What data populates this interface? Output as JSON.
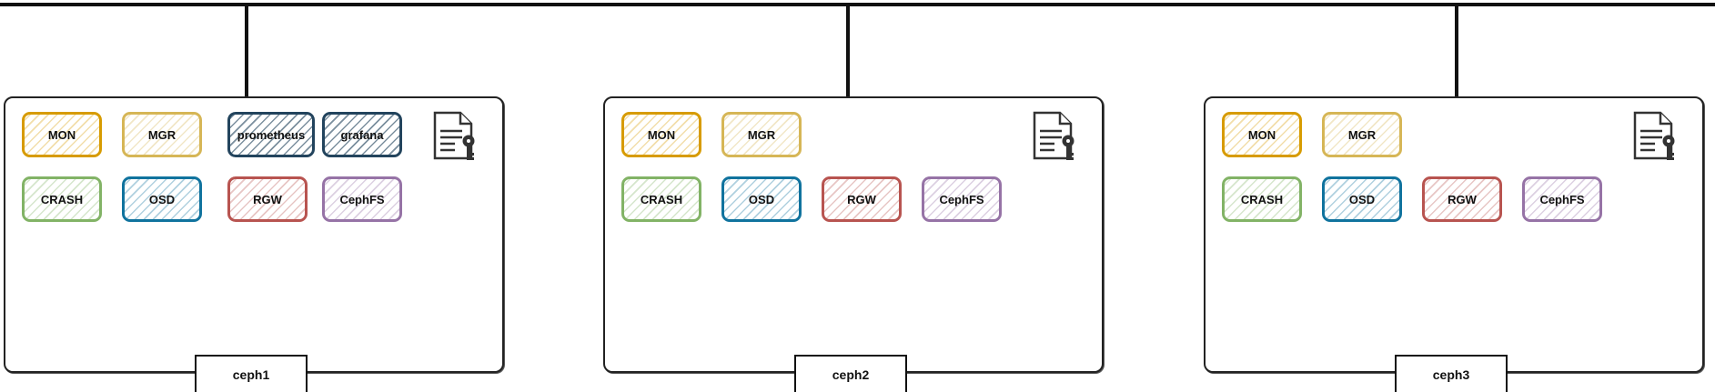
{
  "colors": {
    "mon": "#d79b00",
    "mgr": "#d6b656",
    "crash": "#82b366",
    "osd": "#10739e",
    "rgw": "#b85450",
    "cephfs": "#9673a6",
    "prometheus": "#23445d",
    "grafana": "#23445d",
    "line": "#111111"
  },
  "icons": {
    "keyring": "document-key-icon"
  },
  "hosts": [
    {
      "label": "ceph1",
      "row1": [
        "MON",
        "MGR",
        "prometheus",
        "grafana"
      ],
      "row2": [
        "CRASH",
        "OSD",
        "RGW",
        "CephFS"
      ]
    },
    {
      "label": "ceph2",
      "row1": [
        "MON",
        "MGR"
      ],
      "row2": [
        "CRASH",
        "OSD",
        "RGW",
        "CephFS"
      ]
    },
    {
      "label": "ceph3",
      "row1": [
        "MON",
        "MGR"
      ],
      "row2": [
        "CRASH",
        "OSD",
        "RGW",
        "CephFS"
      ]
    }
  ]
}
